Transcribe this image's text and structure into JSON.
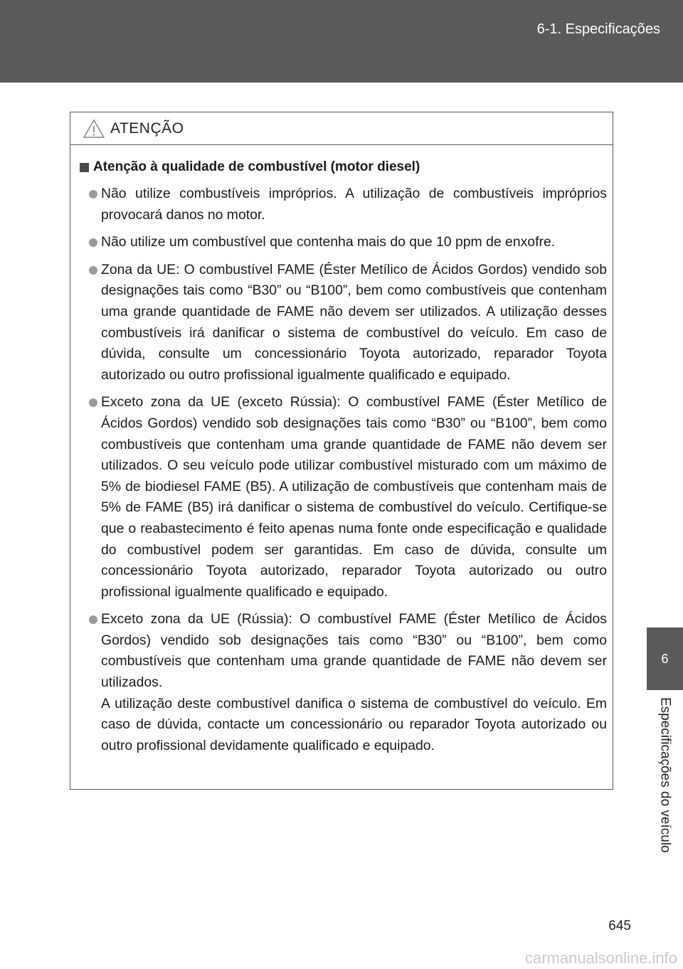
{
  "header": {
    "section_title": "6-1. Especificações"
  },
  "side_tab": {
    "number": "6",
    "label": "Especificações do veículo"
  },
  "warning": {
    "title": "ATENÇÃO",
    "icon": "warning-triangle-icon",
    "heading": "Atenção à qualidade de combustível (motor diesel)",
    "bullets": [
      {
        "text": "Não utilize combustíveis impróprios. A utilização de combustíveis impróprios provocará danos no motor."
      },
      {
        "text": "Não utilize um combustível que contenha mais do que 10 ppm de enxofre."
      },
      {
        "text": "Zona da UE: O combustível FAME (Éster Metílico de Ácidos Gordos) vendido sob designações tais como “B30” ou “B100”, bem como combustíveis que contenham uma grande quantidade de FAME não devem ser utilizados. A utilização desses combustíveis irá danificar o sistema de combustível do veículo. Em caso de dúvida, consulte um concessionário Toyota autorizado, reparador Toyota autorizado ou outro profissional igualmente qualificado e equipado."
      },
      {
        "text": "Exceto zona da UE (exceto Rússia): O combustível FAME (Éster Metílico de Ácidos Gordos) vendido sob designações tais como “B30” ou “B100”, bem como combustíveis que contenham uma grande quantidade de FAME não devem ser utilizados. O seu veículo pode utilizar combustível misturado com um máximo de 5% de biodiesel FAME (B5). A utilização de combustíveis que contenham mais de 5% de FAME (B5) irá danificar o sistema de combustível do veículo. Certifique-se que o reabastecimento é feito apenas numa fonte onde especificação e qualidade do combustível podem ser garantidas. Em caso de dúvida, consulte um concessionário Toyota autorizado, reparador Toyota autorizado ou outro profissional igualmente qualificado e equipado."
      },
      {
        "text": "Exceto zona da UE (Rússia): O combustível FAME (Éster Metílico de Ácidos Gordos) vendido sob designações tais como “B30” ou “B100”, bem como combustíveis que contenham uma grande quantidade de FAME não devem ser utilizados.",
        "text2": "A utilização deste combustível danifica o sistema de combustível do veículo. Em caso de dúvida, contacte um concessionário ou reparador Toyota autorizado ou outro profissional devidamente qualificado e equipado."
      }
    ]
  },
  "page_number": "645",
  "watermark": "carmanualsonline.info",
  "colors": {
    "header_bg": "#5a5a5a",
    "bullet_dot": "#9a9a9a",
    "heading_square": "#4a4a4a"
  }
}
